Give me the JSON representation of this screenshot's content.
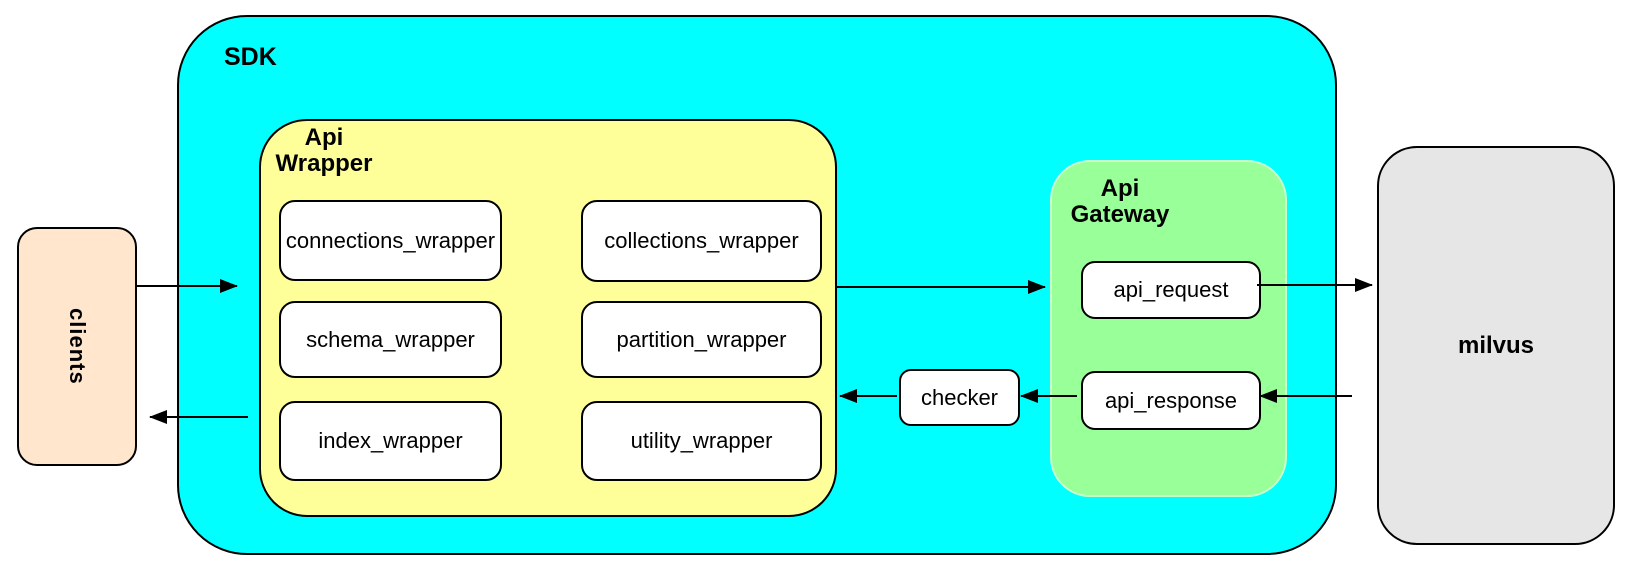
{
  "diagram": {
    "clients": {
      "label": "clients"
    },
    "sdk": {
      "label": "SDK",
      "api_wrapper": {
        "title_line1": "Api",
        "title_line2": "Wrapper",
        "modules": [
          "connections_wrapper",
          "collections_wrapper",
          "schema_wrapper",
          "partition_wrapper",
          "index_wrapper",
          "utility_wrapper"
        ]
      },
      "checker": {
        "label": "checker"
      },
      "api_gateway": {
        "title_line1": "Api",
        "title_line2": "Gateway",
        "modules": [
          "api_request",
          "api_response"
        ]
      }
    },
    "milvus": {
      "label": "milvus"
    },
    "colors": {
      "sdk_fill": "#00ffff",
      "api_wrapper_fill": "#ffff99",
      "api_gateway_fill": "#99ff99",
      "clients_fill": "#ffe6cc",
      "milvus_fill": "#e6e6e6",
      "node_fill": "#ffffff",
      "stroke": "#000000"
    }
  }
}
